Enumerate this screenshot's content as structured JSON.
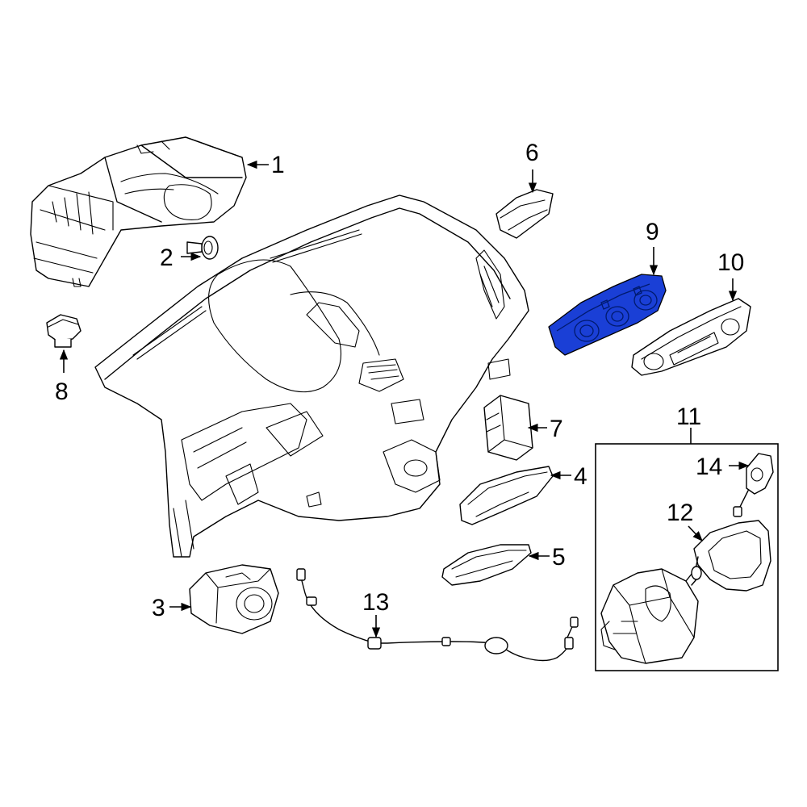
{
  "diagram": {
    "highlight_color": "#1a3fd6",
    "callouts": {
      "c1": "1",
      "c2": "2",
      "c3": "3",
      "c4": "4",
      "c5": "5",
      "c6": "6",
      "c7": "7",
      "c8": "8",
      "c9": "9",
      "c10": "10",
      "c11": "11",
      "c12": "12",
      "c13": "13",
      "c14": "14"
    },
    "highlighted_part": "9"
  }
}
